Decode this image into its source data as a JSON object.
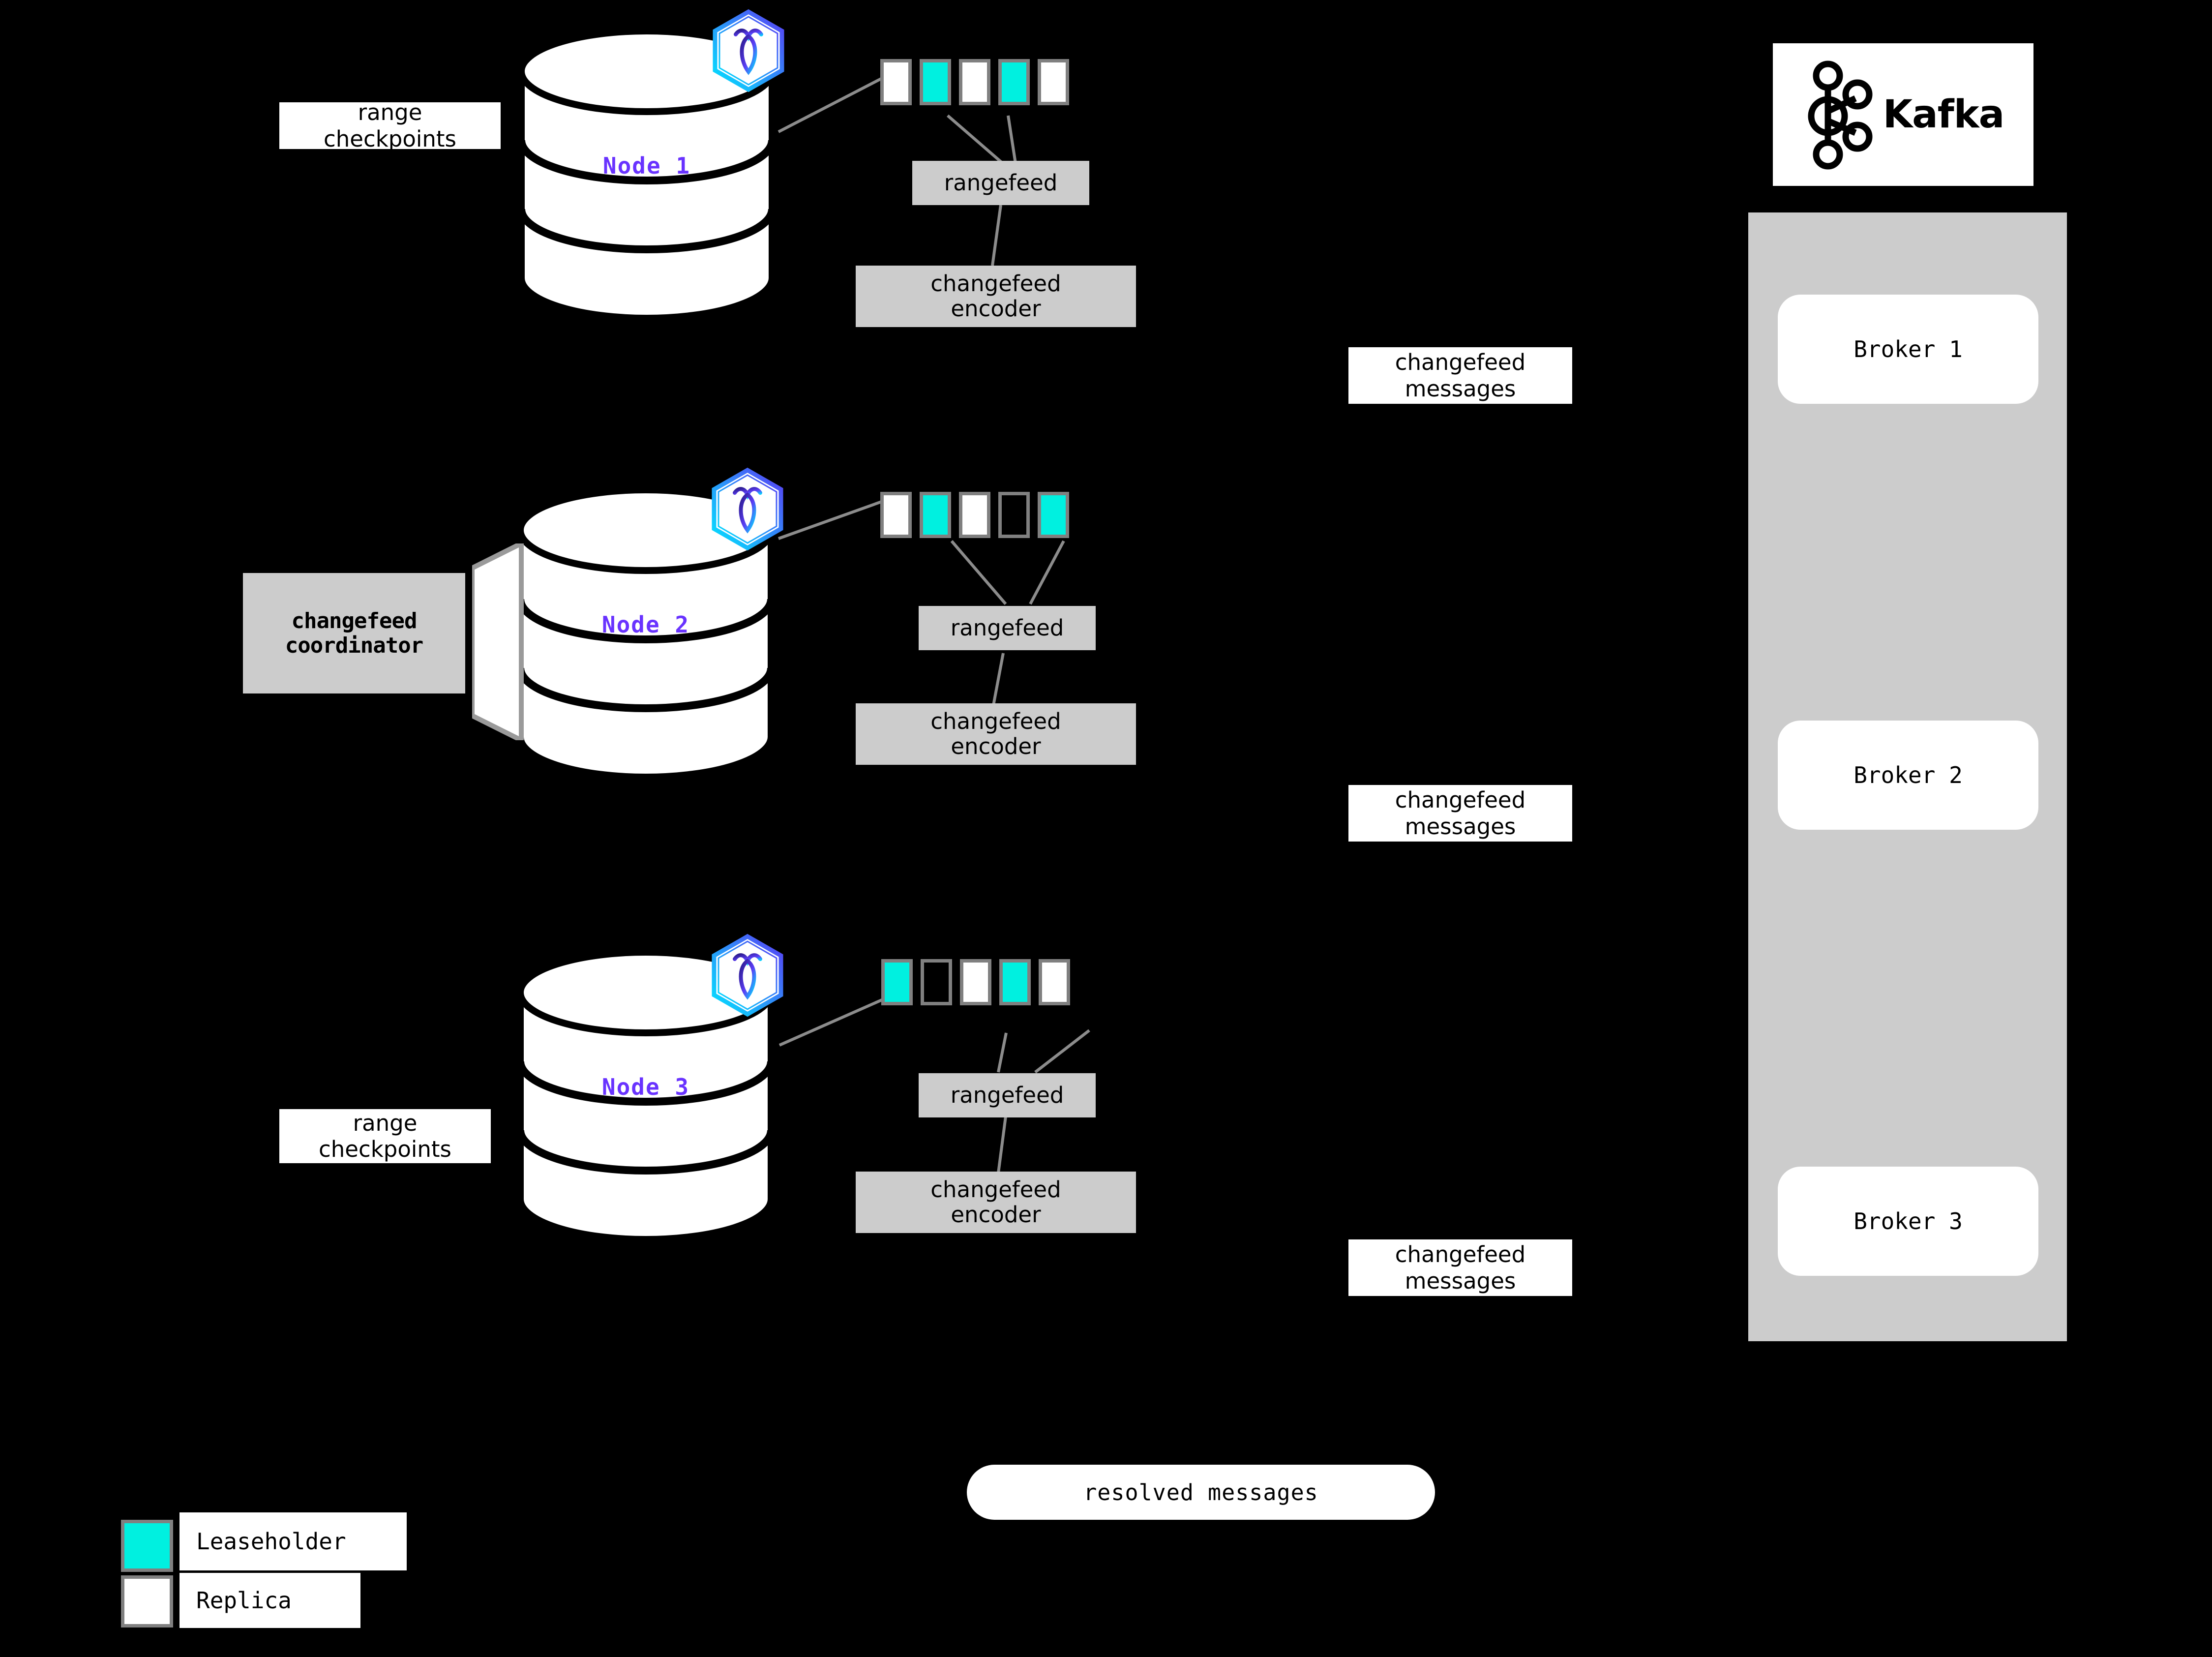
{
  "diagram": {
    "title": "CockroachDB changefeed to Kafka architecture",
    "background_color": "#000000",
    "accent_purple": "#6933FF",
    "leaseholder_color": "#00F0E0",
    "replica_color": "#FFFFFF",
    "box_gray": "#CCCCCC",
    "border_gray": "#808080"
  },
  "nodes": [
    {
      "id": "node1",
      "label": "Node 1",
      "badge_icon": "cockroachdb-logo-icon",
      "ranges": [
        {
          "type": "replica"
        },
        {
          "type": "leaseholder"
        },
        {
          "type": "replica"
        },
        {
          "type": "leaseholder"
        },
        {
          "type": "replica"
        }
      ],
      "rangefeed_label": "rangefeed",
      "encoder_label": "changefeed\nencoder",
      "encoder_line1": "changefeed",
      "encoder_line2": "encoder",
      "side_label_line1": "range",
      "side_label_line2": "checkpoints"
    },
    {
      "id": "node2",
      "label": "Node 2",
      "badge_icon": "cockroachdb-logo-icon",
      "ranges": [
        {
          "type": "replica"
        },
        {
          "type": "leaseholder"
        },
        {
          "type": "replica"
        },
        {
          "type": "empty"
        },
        {
          "type": "leaseholder"
        }
      ],
      "rangefeed_label": "rangefeed",
      "encoder_line1": "changefeed",
      "encoder_line2": "encoder",
      "coordinator_line1": "changefeed",
      "coordinator_line2": "coordinator"
    },
    {
      "id": "node3",
      "label": "Node 3",
      "badge_icon": "cockroachdb-logo-icon",
      "ranges": [
        {
          "type": "leaseholder"
        },
        {
          "type": "empty"
        },
        {
          "type": "replica"
        },
        {
          "type": "leaseholder"
        },
        {
          "type": "replica"
        }
      ],
      "rangefeed_label": "rangefeed",
      "encoder_line1": "changefeed",
      "encoder_line2": "encoder",
      "side_label_line1": "range",
      "side_label_line2": "checkpoints"
    }
  ],
  "messages": [
    {
      "id": "msg1",
      "line1": "changefeed",
      "line2": "messages"
    },
    {
      "id": "msg2",
      "line1": "changefeed",
      "line2": "messages"
    },
    {
      "id": "msg3",
      "line1": "changefeed",
      "line2": "messages"
    }
  ],
  "resolved": {
    "label": "resolved messages"
  },
  "kafka": {
    "wordmark": "Kafka",
    "logo_icon": "kafka-logo-icon",
    "brokers": [
      {
        "label": "Broker 1"
      },
      {
        "label": "Broker 2"
      },
      {
        "label": "Broker 3"
      }
    ]
  },
  "legend": {
    "items": [
      {
        "swatch": "leaseholder",
        "label": "Leaseholder"
      },
      {
        "swatch": "replica",
        "label": "Replica"
      }
    ]
  }
}
